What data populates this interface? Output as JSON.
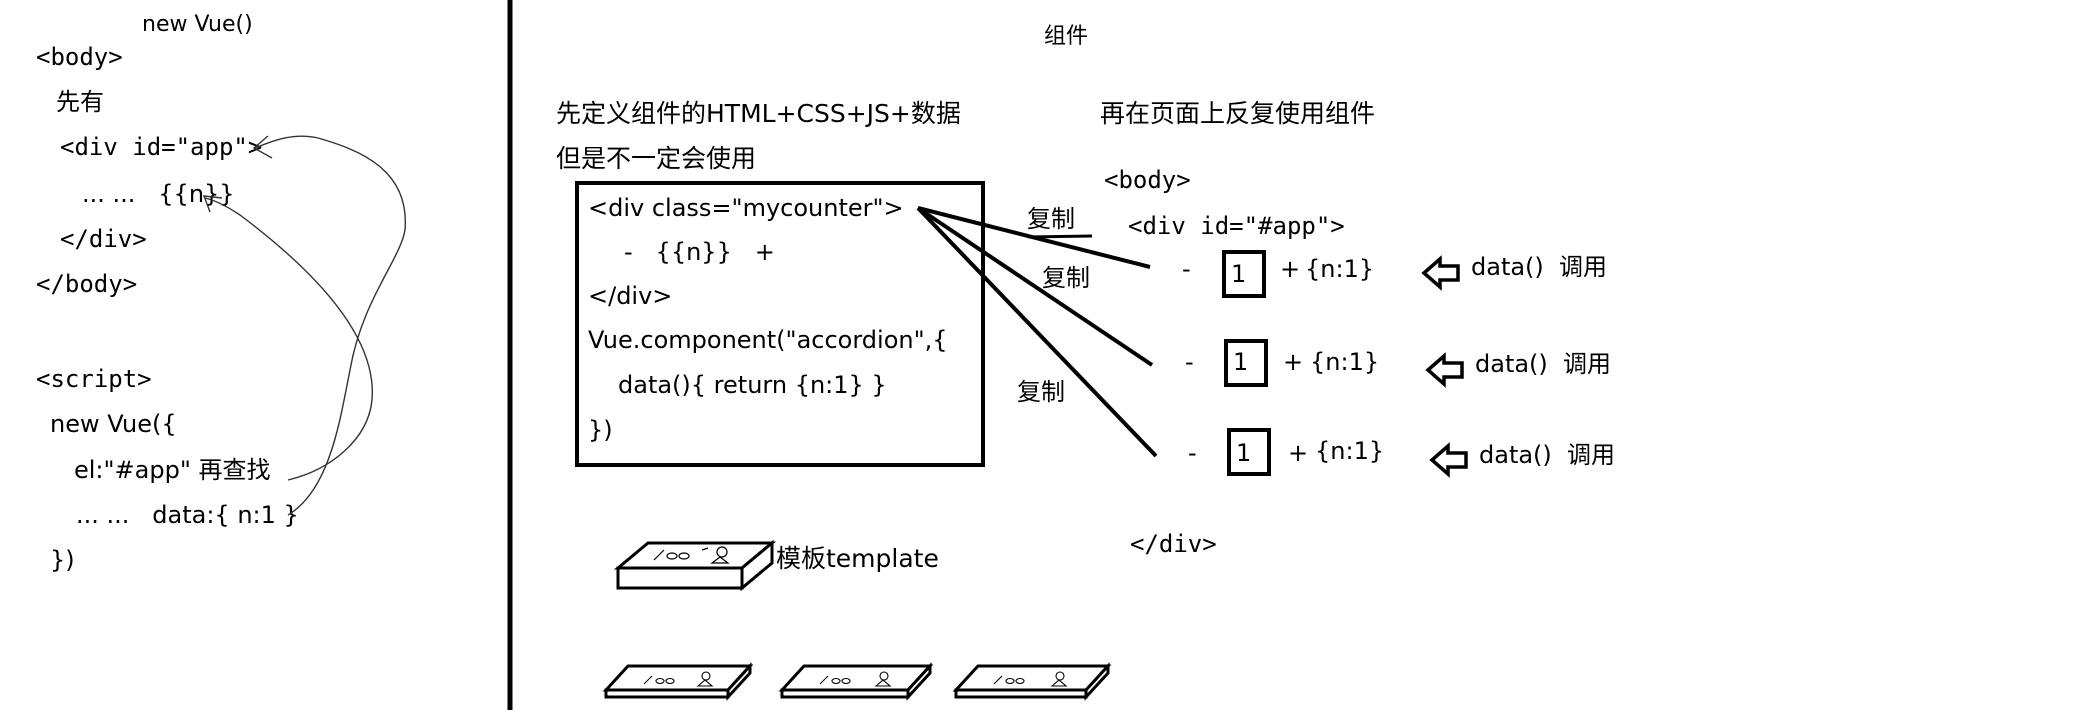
{
  "left_panel": {
    "heading": "new Vue()",
    "lines": {
      "body_open": "<body>",
      "first": "先有",
      "div_open": "<div id=\"app\">",
      "ellipsis_n": "... ...   {{n}}",
      "div_close": "</div>",
      "body_close": "</body>",
      "script_open": "<script>",
      "new_vue": "new Vue({",
      "el": "el:\"#app\" 再查找",
      "data": "... ...   data:{ n:1 }",
      "close": "})"
    }
  },
  "right_panel": {
    "title": "组件",
    "define_heading": "先定义组件的HTML+CSS+JS+数据",
    "define_sub": "但是不一定会使用",
    "reuse_heading": "再在页面上反复使用组件",
    "component_code": {
      "div_open": "<div class=\"mycounter\">",
      "counter": "-   {{n}}   +",
      "div_close": "</div>",
      "register": "Vue.component(\"accordion\",{",
      "data_fn": "data(){ return {n:1} }",
      "close": "})"
    },
    "copy_labels": [
      "复制",
      "复制",
      "复制"
    ],
    "template_label": "模板template",
    "page": {
      "body_open": "<body>",
      "div_open": "<div id=\"#app\">",
      "div_close": "</div>",
      "instances": [
        {
          "minus": "-",
          "value": "1",
          "plus": "+",
          "state": "{n:1}",
          "call": "data()  调用"
        },
        {
          "minus": "-",
          "value": "1",
          "plus": "+",
          "state": "{n:1}",
          "call": "data()  调用"
        },
        {
          "minus": "-",
          "value": "1",
          "plus": "+",
          "state": "{n:1}",
          "call": "data()  调用"
        }
      ]
    }
  }
}
